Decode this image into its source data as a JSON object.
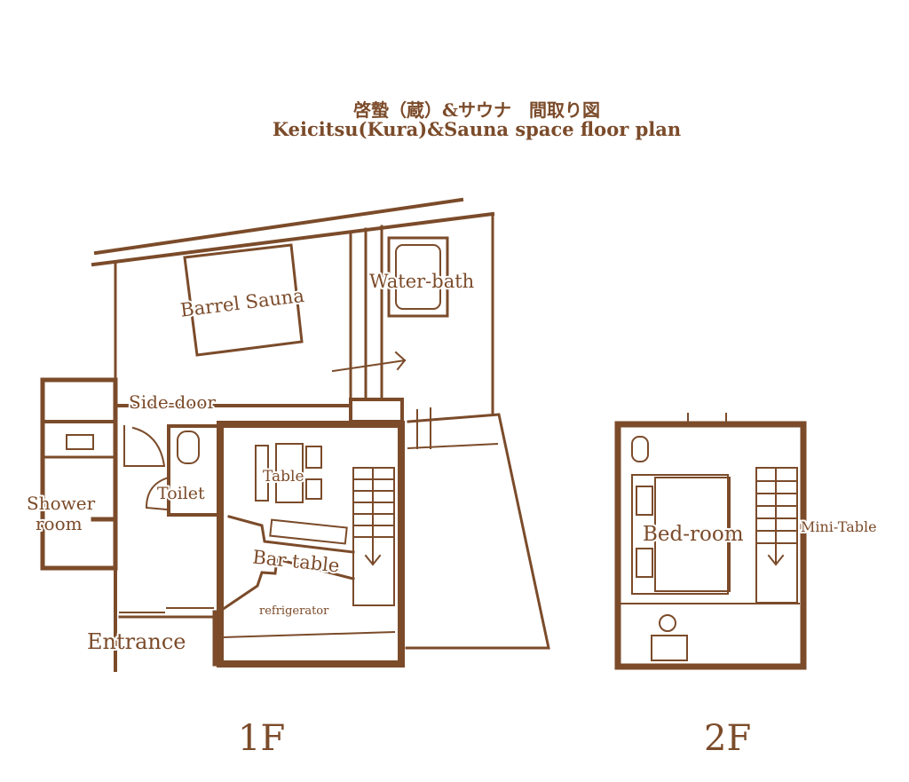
{
  "title_jp": "啓蟄（蔵）&サウナ　間取り図",
  "title_en": "Keicitsu(Kura)&Sauna space floor plan",
  "floor1": {
    "label": "1F",
    "rooms": {
      "barrel_sauna": "Barrel Sauna",
      "water_bath": "Water-bath",
      "side_door": "Side-door",
      "shower_room_1": "Shower",
      "shower_room_2": "room",
      "toilet": "Toilet",
      "table": "Table",
      "bar_table": "Bar table",
      "refrigerator": "refrigerator",
      "entrance": "Entrance"
    }
  },
  "floor2": {
    "label": "2F",
    "rooms": {
      "bedroom": "Bed-room",
      "mini_table": "Mini-Table"
    }
  },
  "colors": {
    "ink": "#7b4b2a",
    "background": "#ffffff"
  }
}
